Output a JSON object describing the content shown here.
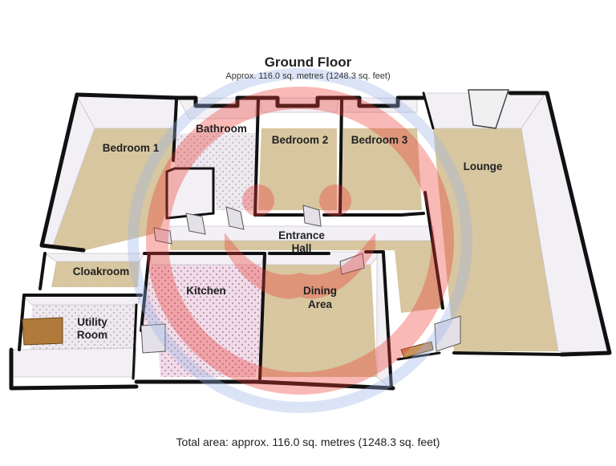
{
  "header": {
    "title": "Ground Floor",
    "subtitle": "Approx. 116.0 sq. metres (1248.3 sq. feet)"
  },
  "footer": {
    "total_area": "Total area: approx. 116.0 sq. metres (1248.3 sq. feet)"
  },
  "rooms": {
    "bedroom1": "Bedroom 1",
    "bathroom": "Bathroom",
    "bedroom2": "Bedroom 2",
    "bedroom3": "Bedroom 3",
    "lounge": "Lounge",
    "entrance_hall_line1": "Entrance",
    "entrance_hall_line2": "Hall",
    "cloakroom": "Cloakroom",
    "kitchen": "Kitchen",
    "dining_line1": "Dining",
    "dining_line2": "Area",
    "utility_line1": "Utility",
    "utility_line2": "Room"
  },
  "colors": {
    "carpet": "#d9c7a3",
    "tile": "#ece6ee",
    "wall": "#111111",
    "wall_face": "#f4f1f6",
    "watermark_red": "#e8342b",
    "watermark_blue": "#9ab5e6"
  }
}
